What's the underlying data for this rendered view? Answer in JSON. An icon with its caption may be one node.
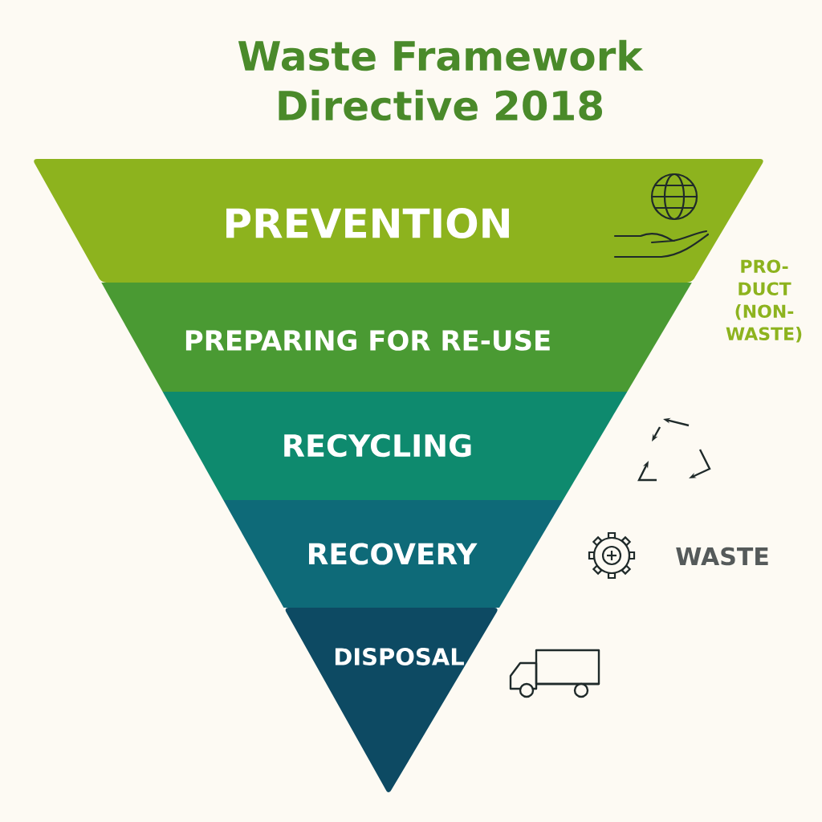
{
  "diagram": {
    "title": "Waste Framework Directive 2018",
    "nodes": [
      {
        "text": [
          "PREVENTION"
        ]
      },
      {
        "text": [
          "PREPARING FOR RE-USE"
        ]
      },
      {
        "text": [
          "RECYCLING"
        ]
      },
      {
        "text": [
          "RECOVERY"
        ]
      },
      {
        "text": [
          "DISPOSAL"
        ]
      }
    ],
    "labels": [
      "PRO- DUCT (NON- WASTE)",
      "WASTE"
    ]
  }
}
